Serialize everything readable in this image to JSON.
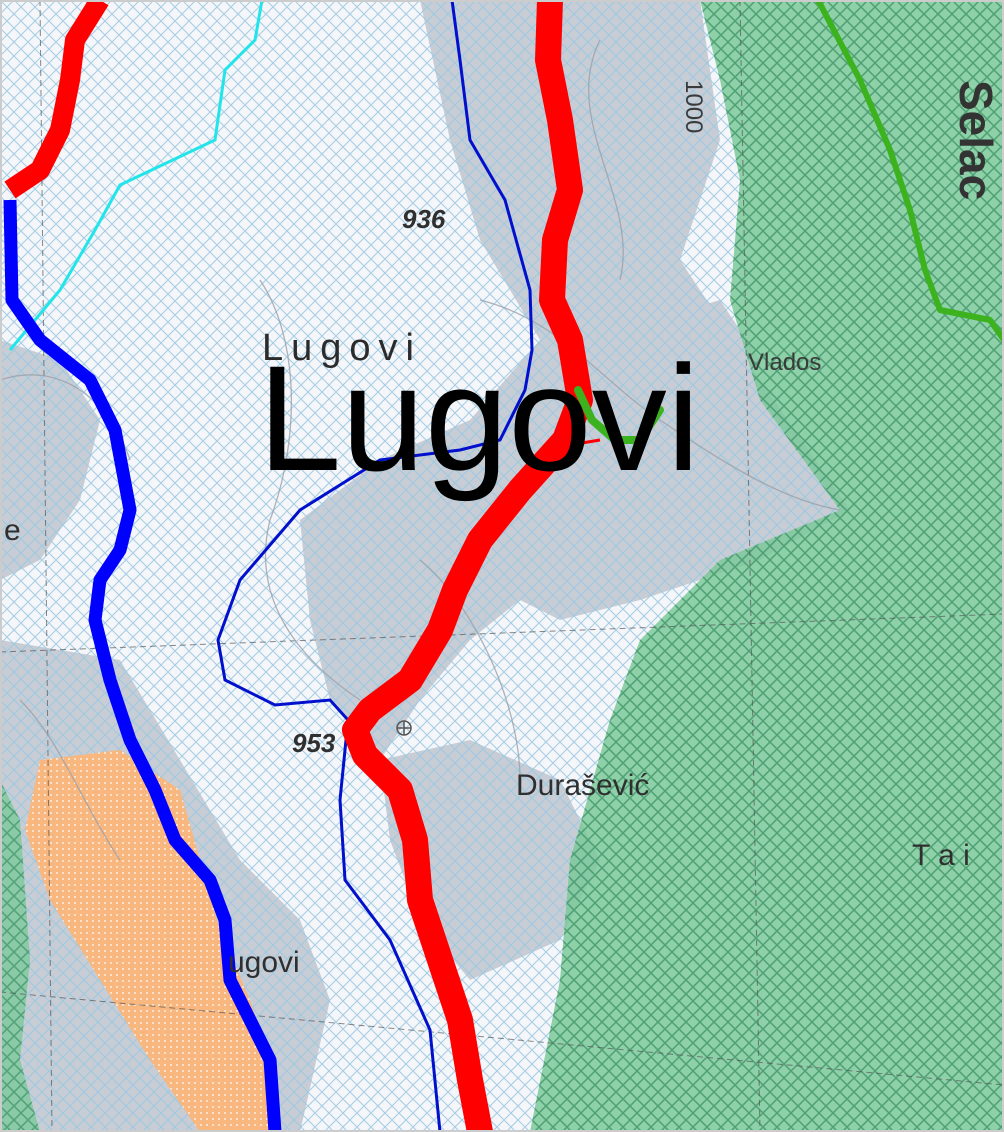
{
  "map": {
    "labels": {
      "main_place": "Lugovi",
      "village_top": "Lugovi",
      "village_bottom": "ugovi",
      "place_duresevica": "Durašević",
      "place_vlados": "Vlados",
      "place_tail": "T a i",
      "road_label_right": "Selac",
      "elevation_1": "936",
      "elevation_2": "953",
      "elevation_contour": "1000",
      "edge_letter": "e"
    },
    "colors": {
      "background": "#ffffff",
      "hatch_blue": "#9ec9e2",
      "relief_gray": "#c8ccd4",
      "forest_green": "#5cb57f",
      "forest_hatch": "#3f9a63",
      "orange_zone": "#f7b77f",
      "road_red": "#ff0000",
      "river_blue": "#0000ff",
      "stream_navy": "#0010cc",
      "stream_cyan": "#22e5ec",
      "path_green": "#3cb21e",
      "grid_line": "#555555"
    }
  }
}
